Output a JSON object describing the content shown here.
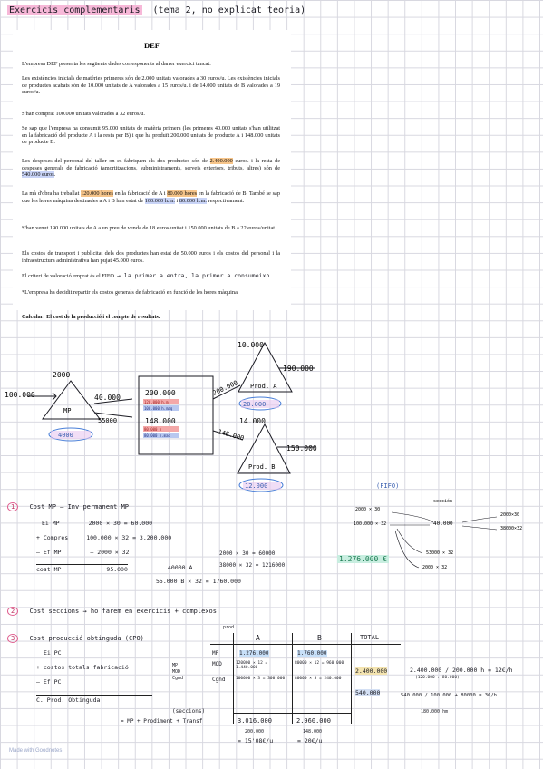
{
  "header": {
    "title": "Exercicis complementaris",
    "subtitle": "(tema 2, no explicat teoria)"
  },
  "statement": {
    "title": "DEF",
    "paragraphs": [
      "L'empresa DEF presenta les següents dades corresponents al darrer exercici tancat:",
      "Les existències inicials de matèries primeres són de 2.000 unitats valorades a 30 euros/u. Les existències inicials de productes acabats són de 10.000 unitats de A valorades a 15 euros/u. i de 14.000 unitats de B valorades a 19 euros/u.",
      "S'han comprat 100.000 unitats valorades a 32 euros/u.",
      "Se sap que l'empresa ha consumit 95.000 unitats de matèria primera (les primeres 40.000 unitats s'han utilitzat en la fabricació del producte A i la resta per B) i que ha produït 200.000 unitats de producte A i 148.000 unitats de producte B.",
      "Les despeses del personal del taller on es fabriquen els dos productes són de 2.400.000 euros. i la resta de despeses generals de fabricació (amortitzacions, subministraments, serveis exteriors, tributs, altres) són de 540.000 euros.",
      "La mà d'obra ha treballat 120.000 hores en la fabricació de A i 80.000 hores en la fabricació de B. També se sap que les hores màquina destinades a A i B han estat de 100.000 h.m. i 80.000 h.m. respectivament.",
      "S'han venut 190.000 unitats de A a un preu de venda de 18 euros/unitat i 150.000 unitats de B a 22 euros/unitat.",
      "Els costos de transport i publicitat dels dos productes han estat de 50.000 euros i els costos del personal i la infraestructura administrativa han pujat 45.000 euros.",
      "El criteri de valoració emprat és el FIFO.",
      "*L'empresa ha decidit repartir els costos generals de fabricació en funció de les hores màquina.",
      "Calcular: El cost de la producció i el compte de resultats."
    ],
    "fifo_note": "→ la primer a entra, la primer a consumeixo"
  },
  "diagram": {
    "in_left": "100.000",
    "mp_top": "2000",
    "mp_label": "MP",
    "mp_bottom": "4000",
    "arrow1": "40.000",
    "arrow2": "55000",
    "box_top": "200.000",
    "box_mid": "148.000",
    "box_small1": "120.000 h.m",
    "box_small2": "100.000 h.maq",
    "box_small3": "80.000 h",
    "box_small4": "80.000 h.maq",
    "to_a": "200.000",
    "to_b": "148.000",
    "a_top": "10.000",
    "a_label": "Prod. A",
    "a_out": "190.000",
    "a_bottom": "20.000",
    "b_top": "14.000",
    "b_label": "Prod. B",
    "b_out": "150.000",
    "b_bottom": "12.000"
  },
  "fifo": {
    "label": "(FIFO)",
    "l1": "2000 × 30",
    "l2": "100.000 × 32",
    "mid": "40.000",
    "side": "sección",
    "r1": "2000×30",
    "r2": "38000×32",
    "b1": "53000 × 32",
    "b2": "2000 × 32"
  },
  "step1": {
    "num": "1",
    "title": "Cost MP – Inv permanent MP",
    "rows": [
      {
        "label": "Ei MP",
        "value": "2000 × 30 = 60.000"
      },
      {
        "label": "+ Compres",
        "value": "100.000 × 32 = 3.200.000"
      },
      {
        "label": "– Ef MP",
        "value": "– 2000 × 32"
      },
      {
        "label": "cost MP",
        "value": "95.000"
      }
    ],
    "a_calc": "40000 A",
    "a_lines": [
      "2000 × 30 = 60000",
      "38000 × 32 = 1216000"
    ],
    "a_total": "1.276.000 €",
    "b_calc": "55.000 B × 32 = 1760.000"
  },
  "step2": {
    "num": "2",
    "text": "Cost seccions → ho farem en exercicis + complexos"
  },
  "step3": {
    "num": "3",
    "title": "Cost producció obtinguda (CPO)",
    "rows": [
      "Ei PC",
      "+ costos totals fabricació",
      "– Ef PC",
      "C. Prod. Obtinguda"
    ],
    "brace": [
      "MP",
      "MOD",
      "Cgnd"
    ],
    "note": "(seccions)",
    "formula": "= MP + Prodiment + Transf",
    "prod": "prod.",
    "table": {
      "headers": [
        "",
        "A",
        "B",
        "TOTAL"
      ],
      "rows": [
        [
          "MP",
          "1.276.000",
          "1.760.000",
          ""
        ],
        [
          "MOD",
          "120000 × 12 = 1.440.000",
          "80000 × 12 = 960.000",
          "2.400.000"
        ],
        [
          "Cgnd",
          "100000 × 3 = 300.000",
          "80000 × 3 = 240.000",
          "540.000"
        ]
      ],
      "totals": [
        "3.016.000",
        "2.960.000"
      ],
      "divs": [
        "200.000",
        "148.000"
      ],
      "units": [
        "= 15'08€/u",
        "= 20€/u"
      ]
    },
    "rate1": "2.400.000 / 200.000 h = 12€/h",
    "rate1b": "(120.000 + 80.000)",
    "rate2": "540.000 / 100.000 + 80000 = 3€/h",
    "rate2b": "180.000 hm"
  },
  "footer": {
    "brand": "Made with Goodnotes"
  }
}
